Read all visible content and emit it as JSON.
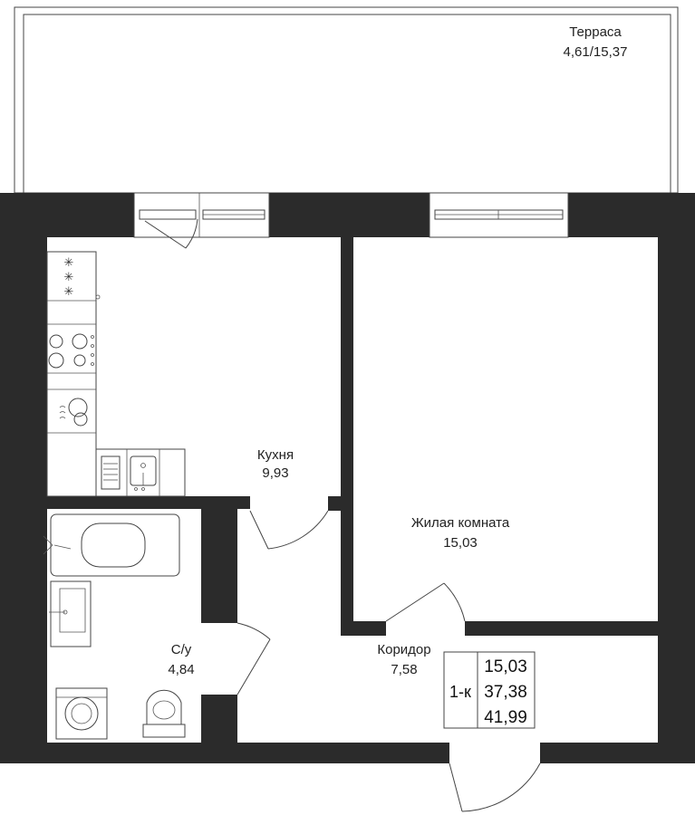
{
  "colors": {
    "wall": "#2b2b2b",
    "background": "#ffffff",
    "line": "#444444"
  },
  "rooms": {
    "terrace": {
      "name": "Терраса",
      "area": "4,61/15,37"
    },
    "kitchen": {
      "name": "Кухня",
      "area": "9,93"
    },
    "living": {
      "name": "Жилая комната",
      "area": "15,03"
    },
    "bathroom": {
      "name": "С/у",
      "area": "4,84"
    },
    "corridor": {
      "name": "Коридор",
      "area": "7,58"
    }
  },
  "summary": {
    "type": "1-к",
    "living_area": "15,03",
    "total_area": "37,38",
    "total_with_terrace": "41,99"
  },
  "icons": [
    "window-icon",
    "door-icon",
    "stove-icon",
    "sink-icon",
    "bathtub-icon",
    "washing-machine-icon",
    "toilet-icon"
  ]
}
